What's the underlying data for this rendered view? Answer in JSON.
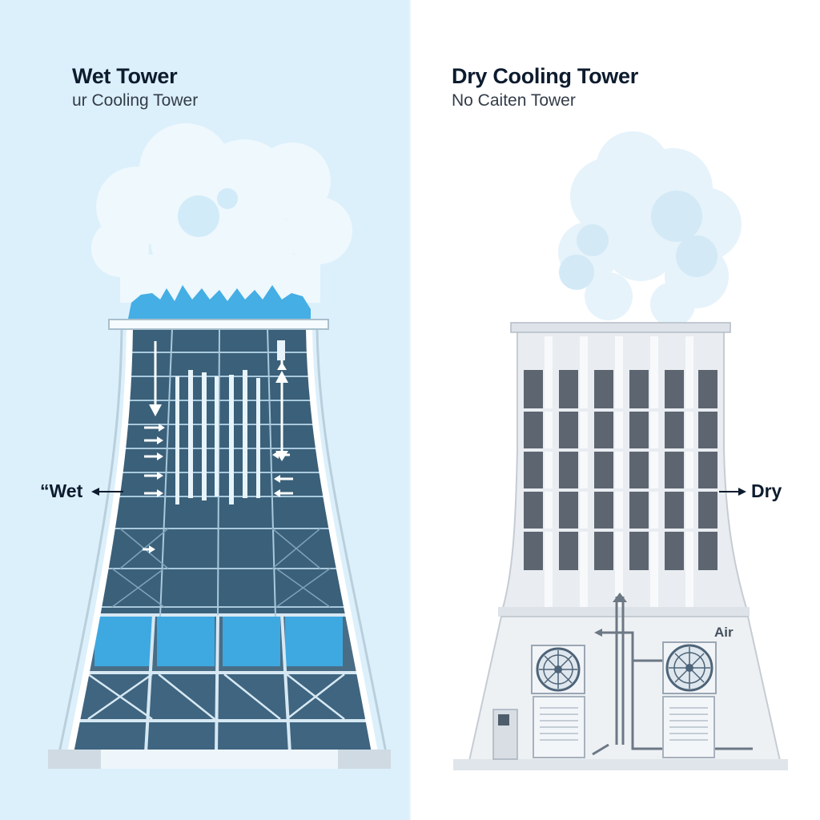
{
  "colors": {
    "wet_background": "#dcf0fb",
    "dry_background": "#ffffff",
    "wet_tower_panel": "#3f6580",
    "wet_tower_highlight": "#3ea8e0",
    "dry_tower_body": "#e9edf2",
    "dry_louver": "#5d6670",
    "steam": "#e3f3fc",
    "text": "#0d1b2e"
  },
  "wet_panel": {
    "title": "Wet Tower",
    "subtitle": "ur Cooling Tower",
    "side_label": "“Wet",
    "icons": [
      "steam-cloud-icon",
      "water-arrow-icon",
      "cooling-tower-icon"
    ]
  },
  "dry_panel": {
    "title": "Dry Cooling Tower",
    "subtitle": "No Caiten Tower",
    "side_label": "Dry",
    "air_label": "Air",
    "icons": [
      "steam-cloud-icon",
      "fan-icon",
      "pipe-icon",
      "cooling-tower-icon"
    ]
  }
}
